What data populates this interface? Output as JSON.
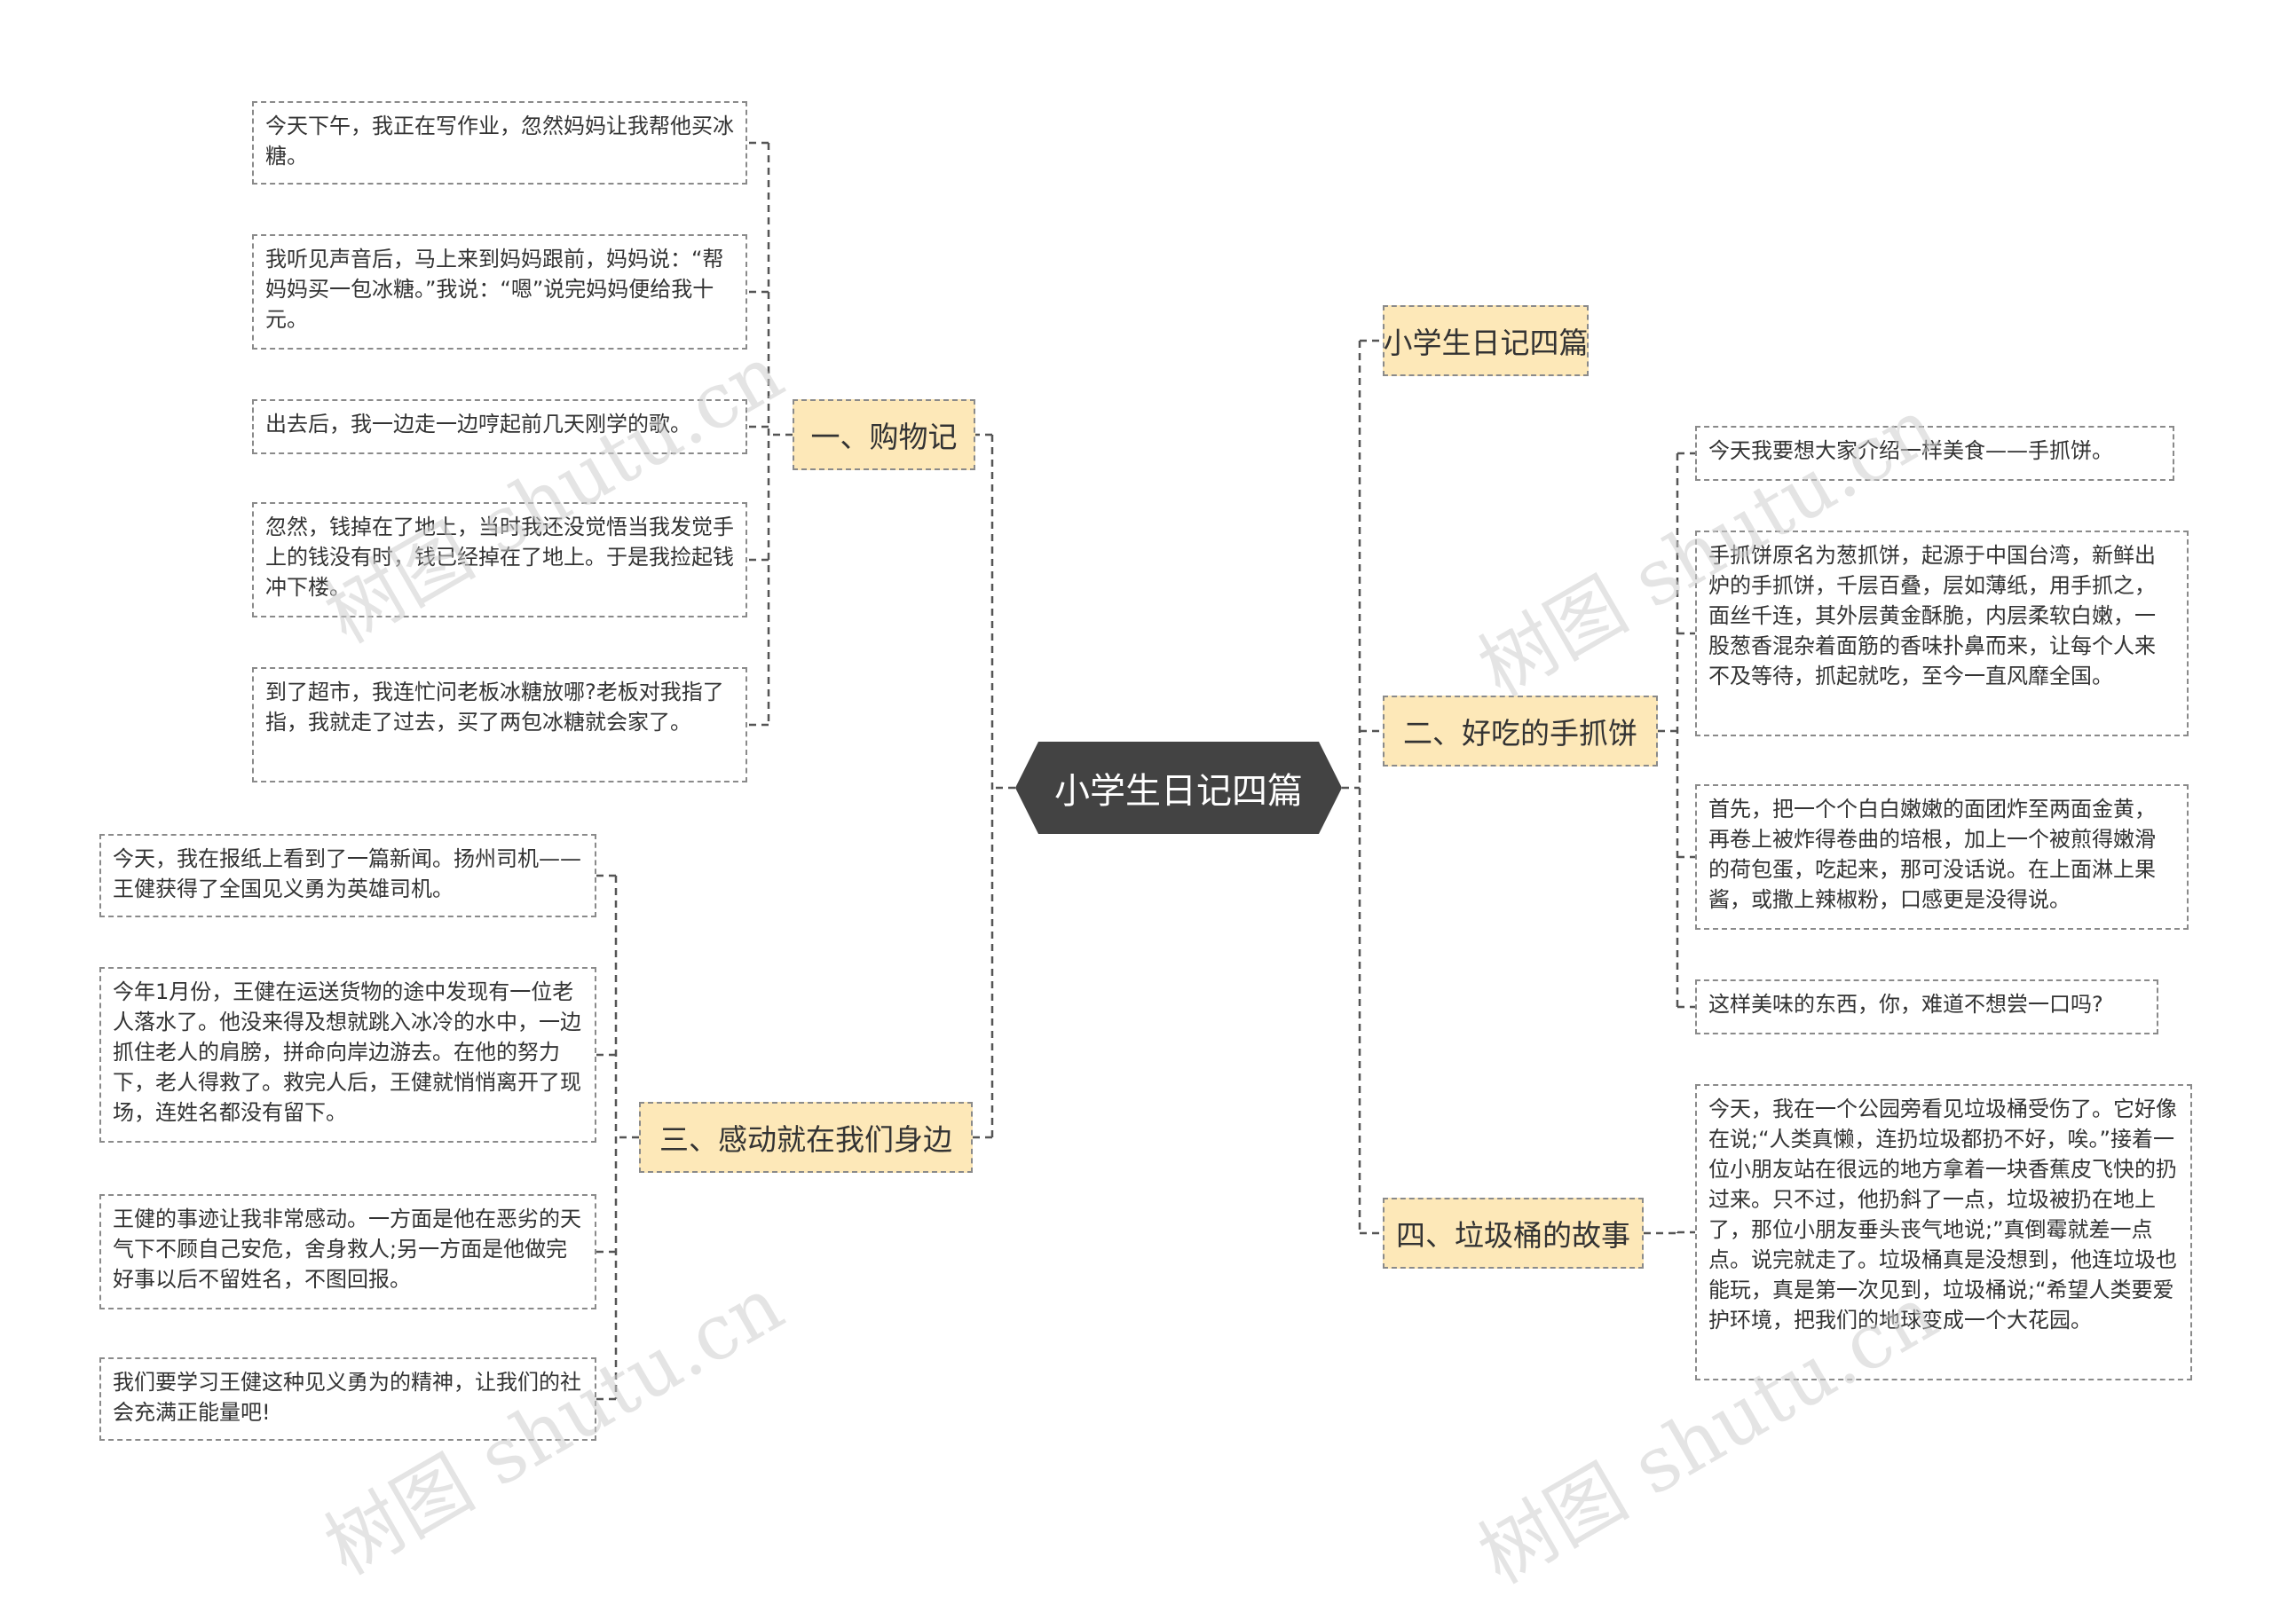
{
  "root": {
    "label": "小学生日记四篇"
  },
  "watermark": "树图 shutu.cn",
  "colors": {
    "root_fill": "#434343",
    "root_text": "#ffffff",
    "branch_fill": "#fde8b8",
    "leaf_fill": "#ffffff",
    "border": "#8a8a8a",
    "line": "#555555"
  },
  "left_branches": [
    {
      "label": "一、购物记",
      "leaves": [
        "今天下午，我正在写作业，忽然妈妈让我帮他买冰糖。",
        "我听见声音后，马上来到妈妈跟前，妈妈说：“帮妈妈买一包冰糖。”我说：“嗯”说完妈妈便给我十元。",
        "出去后，我一边走一边哼起前几天刚学的歌。",
        "忽然，钱掉在了地上，当时我还没觉悟当我发觉手上的钱没有时，钱已经掉在了地上。于是我捡起钱冲下楼。",
        "到了超市，我连忙问老板冰糖放哪?老板对我指了指，我就走了过去，买了两包冰糖就会家了。"
      ]
    },
    {
      "label": "三、感动就在我们身边",
      "leaves": [
        "今天，我在报纸上看到了一篇新闻。扬州司机——王健获得了全国见义勇为英雄司机。",
        "今年1月份，王健在运送货物的途中发现有一位老人落水了。他没来得及想就跳入冰冷的水中，一边抓住老人的肩膀，拼命向岸边游去。在他的努力下，老人得救了。救完人后，王健就悄悄离开了现场，连姓名都没有留下。",
        "王健的事迹让我非常感动。一方面是他在恶劣的天气下不顾自己安危，舍身救人;另一方面是他做完好事以后不留姓名，不图回报。",
        "我们要学习王健这种见义勇为的精神，让我们的社会充满正能量吧!"
      ]
    }
  ],
  "right_branches": [
    {
      "label": "小学生日记四篇",
      "leaves": []
    },
    {
      "label": "二、好吃的手抓饼",
      "leaves": [
        "今天我要想大家介绍一样美食——手抓饼。",
        "手抓饼原名为葱抓饼，起源于中国台湾，新鲜出炉的手抓饼，千层百叠，层如薄纸，用手抓之，面丝千连，其外层黄金酥脆，内层柔软白嫩，一股葱香混杂着面筋的香味扑鼻而来，让每个人来不及等待，抓起就吃，至今一直风靡全国。",
        "首先，把一个个白白嫩嫩的面团炸至两面金黄，再卷上被炸得卷曲的培根，加上一个被煎得嫩滑的荷包蛋，吃起来，那可没话说。在上面淋上果酱，或撒上辣椒粉，口感更是没得说。",
        "这样美味的东西，你，难道不想尝一口吗?"
      ]
    },
    {
      "label": "四、垃圾桶的故事",
      "leaves": [
        "今天，我在一个公园旁看见垃圾桶受伤了。它好像在说;“人类真懒，连扔垃圾都扔不好，唉。”接着一位小朋友站在很远的地方拿着一块香蕉皮飞快的扔过来。只不过，他扔斜了一点，垃圾被扔在地上了，那位小朋友垂头丧气地说;”真倒霉就差一点点。说完就走了。垃圾桶真是没想到，他连垃圾也能玩，真是第一次见到，垃圾桶说;“希望人类要爱护环境，把我们的地球变成一个大花园。"
      ]
    }
  ]
}
